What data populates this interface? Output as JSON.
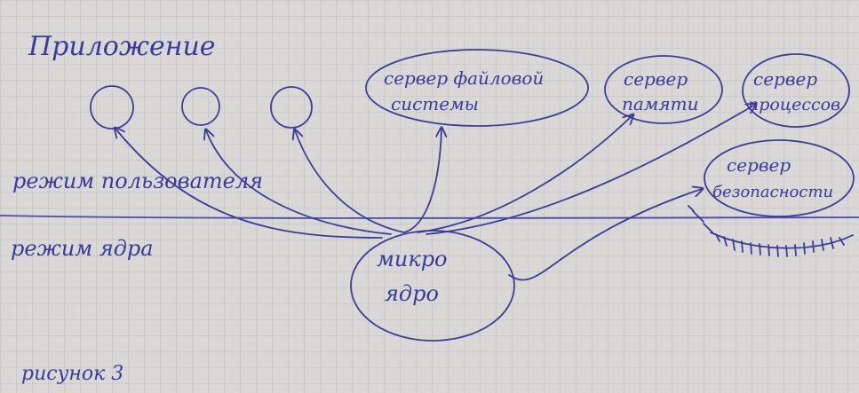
{
  "title": "Приложение",
  "labels": {
    "user_mode": "режим пользователя",
    "kernel_mode": "режим ядра",
    "figure": "рисунок 3"
  },
  "nodes": {
    "microkernel": "микро ядро",
    "file_server": "сервер файловой системы",
    "memory_server": "сервер памяти",
    "process_server": "сервер процессов",
    "security_server": "сервер безопасности"
  },
  "colors": {
    "paper": "#d9d8d6",
    "grid": "#b3b7bf",
    "ink": "#3d3d99",
    "line": "#4a4aa8"
  }
}
